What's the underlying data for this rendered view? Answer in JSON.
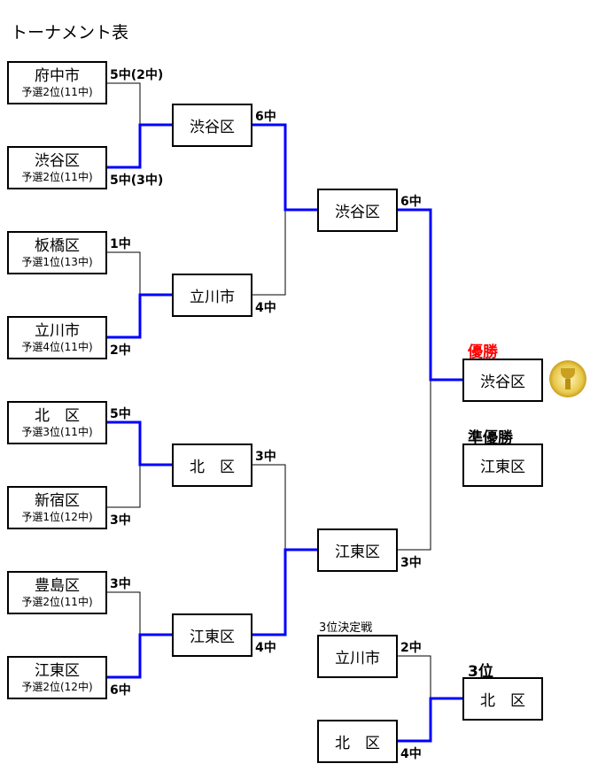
{
  "title": "トーナメント表",
  "round1": [
    {
      "name": "府中市",
      "sub": "予選2位(11中)",
      "score": "5中(2中)"
    },
    {
      "name": "渋谷区",
      "sub": "予選2位(11中)",
      "score": "5中(3中)"
    },
    {
      "name": "板橋区",
      "sub": "予選1位(13中)",
      "score": "1中"
    },
    {
      "name": "立川市",
      "sub": "予選4位(11中)",
      "score": "2中"
    },
    {
      "name": "北　区",
      "sub": "予選3位(11中)",
      "score": "5中"
    },
    {
      "name": "新宿区",
      "sub": "予選1位(12中)",
      "score": "3中"
    },
    {
      "name": "豊島区",
      "sub": "予選2位(11中)",
      "score": "3中"
    },
    {
      "name": "江東区",
      "sub": "予選2位(12中)",
      "score": "6中"
    }
  ],
  "round2": [
    {
      "name": "渋谷区",
      "score": "6中"
    },
    {
      "name": "立川市",
      "score": "4中"
    },
    {
      "name": "北　区",
      "score": "3中"
    },
    {
      "name": "江東区",
      "score": "4中"
    }
  ],
  "round3": [
    {
      "name": "渋谷区",
      "score": "6中"
    },
    {
      "name": "江東区",
      "score": "3中"
    }
  ],
  "champion": {
    "label": "優勝",
    "name": "渋谷区"
  },
  "runner_up": {
    "label": "準優勝",
    "name": "江東区"
  },
  "third_playoff": {
    "label": "3位決定戦",
    "teams": [
      {
        "name": "立川市",
        "score": "2中"
      },
      {
        "name": "北　区",
        "score": "4中"
      }
    ]
  },
  "third": {
    "label": "3位",
    "name": "北　区"
  },
  "colors": {
    "winner_line": "#0000ff",
    "champion_label": "#ff0000"
  }
}
